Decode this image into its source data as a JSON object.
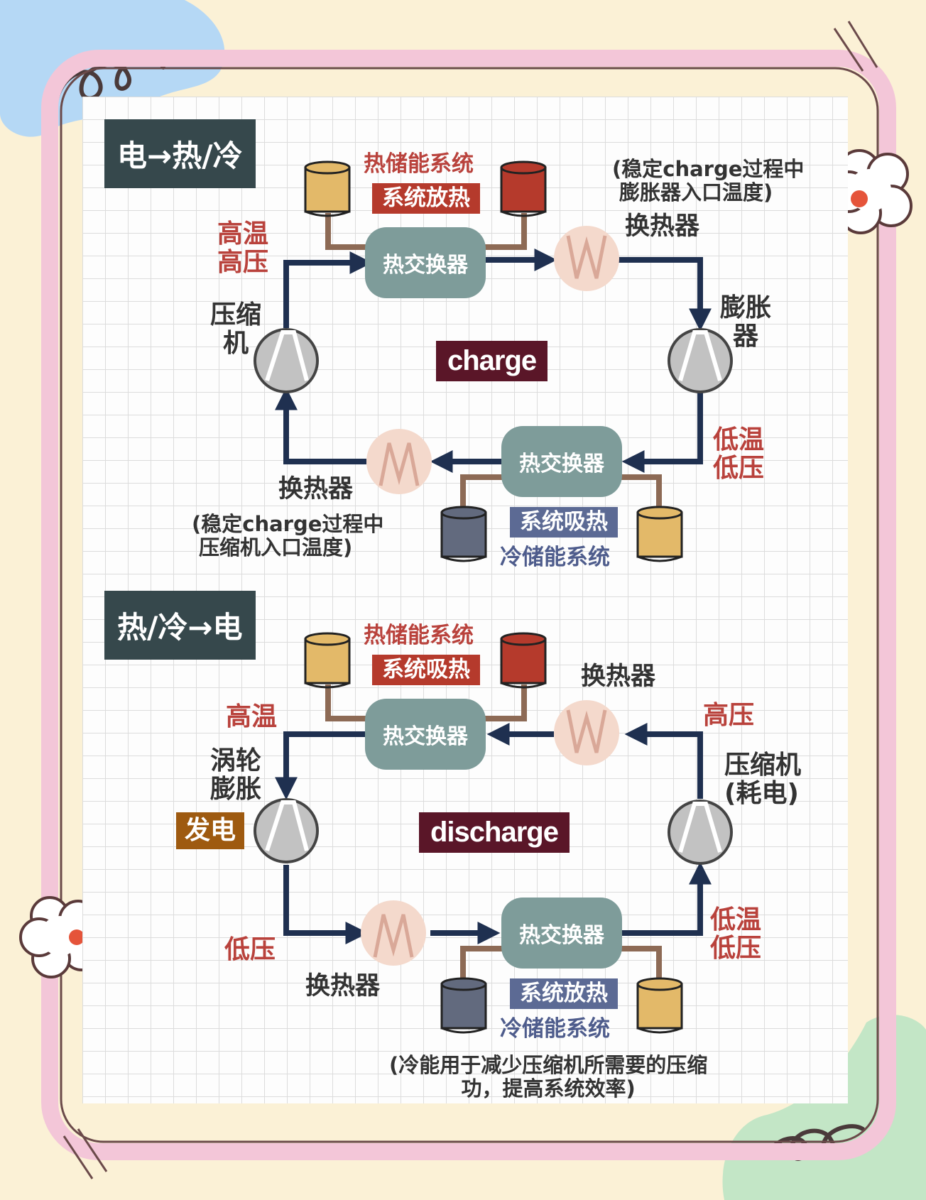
{
  "colors": {
    "arrow": "#1f3050",
    "pipe": "#8d6a55",
    "hot_tank": "#b53a2c",
    "warm_tank": "#e3b969",
    "cold_tank": "#626a7e",
    "heat_exchanger": "#7e9c9a",
    "coil_circle": "#f4d9cc",
    "compressor": "#c2c2c2",
    "title_box": "#36484c",
    "mode_box": "#5a1628",
    "red_text": "#b9423c",
    "blue_text": "#4e5c8c",
    "generate_box": "#9e5a10"
  },
  "charge": {
    "title": "电→热/冷",
    "mode": "charge",
    "hot_storage": "热储能系统",
    "hot_action": "系统放热",
    "top_hx": "热交换器",
    "bottom_hx": "热交换器",
    "cold_storage": "冷储能系统",
    "cold_action": "系统吸热",
    "hi_temp": "高温",
    "hi_press": "高压",
    "compressor": [
      "压缩",
      "机"
    ],
    "expander": [
      "膨胀",
      "器"
    ],
    "lo_temp": "低温",
    "lo_press": "低压",
    "coil_top": "换热器",
    "coil_bottom": "换热器",
    "note_top": [
      "(稳定charge过程中",
      "膨胀器入口温度)"
    ],
    "note_bottom": [
      "(稳定charge过程中",
      "压缩机入口温度)"
    ]
  },
  "discharge": {
    "title": "热/冷→电",
    "mode": "discharge",
    "hot_storage": "热储能系统",
    "hot_action": "系统吸热",
    "top_hx": "热交换器",
    "bottom_hx": "热交换器",
    "cold_storage": "冷储能系统",
    "cold_action": "系统放热",
    "hi_temp": "高温",
    "hi_press": "高压",
    "turbine": [
      "涡轮",
      "膨胀"
    ],
    "generate": "发电",
    "compressor": [
      "压缩机",
      "(耗电)"
    ],
    "lo_press_left": "低压",
    "lo_temp": "低温",
    "lo_press": "低压",
    "coil_top": "换热器",
    "coil_bottom": "换热器",
    "note_bottom": [
      "(冷能用于减少压缩机所需要的压缩",
      "功，提高系统效率)"
    ]
  }
}
